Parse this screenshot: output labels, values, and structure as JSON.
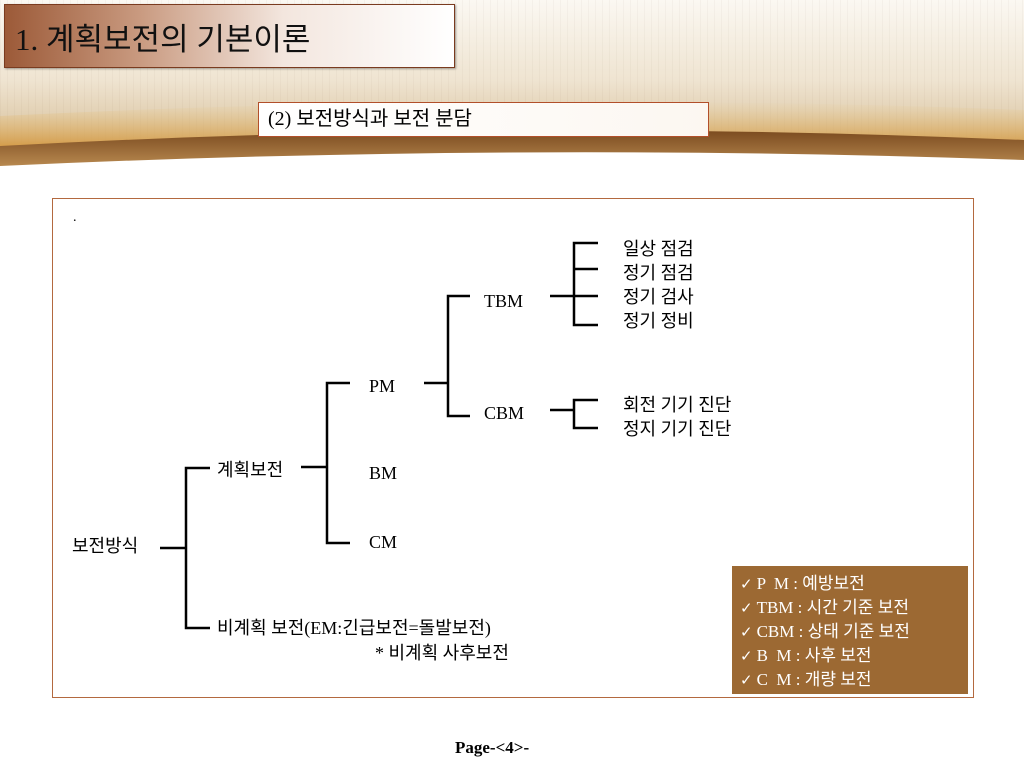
{
  "slide": {
    "title": "1. 계획보전의 기본이론",
    "subtitle": "(2) 보전방식과 보전 분담",
    "footer": "Page-<4>-"
  },
  "main": {
    "dot": "."
  },
  "tree": {
    "root": "보전방식",
    "planned": "계획보전",
    "unplanned": "비계획 보전(EM:긴급보전=돌발보전)",
    "unplanned_note": "* 비계획 사후보전",
    "pm": "PM",
    "bm": "BM",
    "cm": "CM",
    "tbm": {
      "label": "TBM",
      "items": [
        "일상 점검",
        "정기 점검",
        "정기 검사",
        "정기 정비"
      ]
    },
    "cbm": {
      "label": "CBM",
      "items": [
        "회전 기기 진단",
        "정지 기기 진단"
      ]
    }
  },
  "legend": {
    "check": "✓",
    "items": [
      "P  M : 예방보전",
      "TBM : 시간 기준 보전",
      "CBM : 상태 기준 보전",
      "B  M : 사후 보전",
      "C  M : 개량 보전"
    ]
  },
  "colors": {
    "title_gradient_start": "#9c5a38",
    "title_border": "#7a3b1f",
    "subtitle_border": "#b24f2a",
    "content_border": "#b3693f",
    "legend_bg": "#9c6933",
    "legend_text": "#ffffff",
    "swoosh": "#7a4a1f"
  }
}
